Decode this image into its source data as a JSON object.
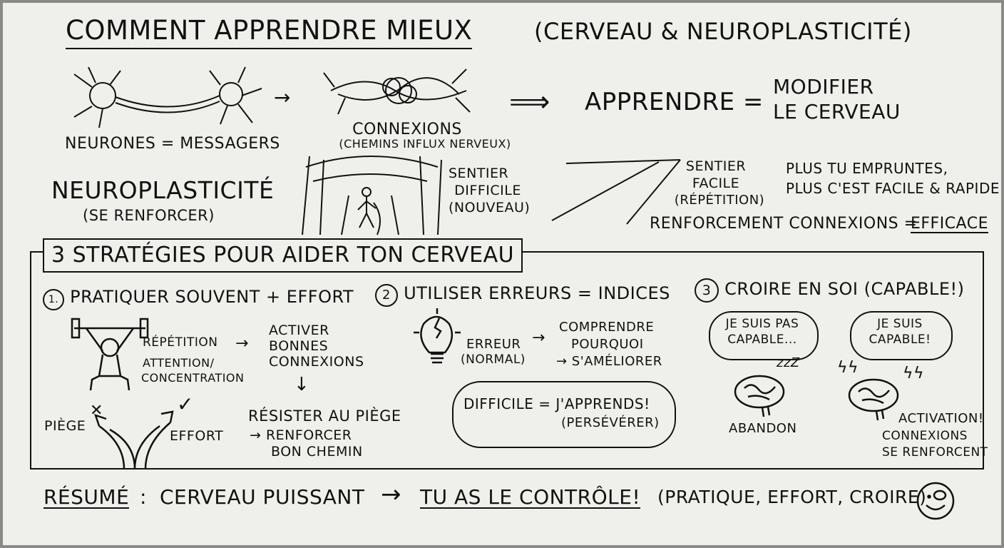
{
  "title": {
    "main": "COMMENT APPRENDRE MIEUX",
    "sub": "(CERVEAU & NEUROPLASTICITÉ)"
  },
  "top": {
    "neurones": "NEURONES = MESSAGERS",
    "connexions": "CONNEXIONS",
    "connexions_sub": "(CHEMINS INFLUX NERVEUX)",
    "apprendre": "APPRENDRE =",
    "modifier_1": "MODIFIER",
    "modifier_2": "LE CERVEAU",
    "neuroplasticite": "NEUROPLASTICITÉ",
    "se_renforcer": "(SE RENFORCER)",
    "sentier_difficile": [
      "SENTIER",
      "DIFFICILE",
      "(NOUVEAU)"
    ],
    "sentier_facile": [
      "SENTIER",
      "FACILE",
      "(RÉPÉTITION)"
    ],
    "plus_1": "PLUS TU EMPRUNTES,",
    "plus_2": "PLUS C'EST FACILE & RAPIDE",
    "renforcement": "RENFORCEMENT CONNEXIONS =",
    "efficace": "EFFICACE"
  },
  "strategies": {
    "heading": "3 STRATÉGIES POUR AIDER TON CERVEAU",
    "s1": {
      "num": "1.",
      "title": "PRATIQUER SOUVENT + EFFORT",
      "repetition": "RÉPÉTITION",
      "attention": "ATTENTION/",
      "concentration": "CONCENTRATION",
      "activer": [
        "ACTIVER",
        "BONNES",
        "CONNEXIONS"
      ],
      "piege": "PIÈGE",
      "effort": "EFFORT",
      "resister": "RÉSISTER AU PIÈGE",
      "renforcer_1": "→ RENFORCER",
      "renforcer_2": "BON CHEMIN"
    },
    "s2": {
      "num": "2",
      "title": "UTILISER ERREURS = INDICES",
      "erreur": "ERREUR",
      "normal": "(NORMAL)",
      "comprendre_1": "COMPRENDRE",
      "comprendre_2": "POURQUOI",
      "ameliorer": "→ S'AMÉLIORER",
      "difficile": "DIFFICILE = J'APPRENDS!",
      "perseverer": "(PERSÉVÉRER)"
    },
    "s3": {
      "num": "3",
      "title": "CROIRE EN SOI (CAPABLE!)",
      "pas_capable_1": "JE SUIS PAS",
      "pas_capable_2": "CAPABLE...",
      "capable_1": "JE SUIS",
      "capable_2": "CAPABLE!",
      "zzz": "zzZ",
      "abandon": "ABANDON",
      "activation": "ACTIVATION!",
      "connexions_1": "CONNEXIONS",
      "connexions_2": "SE RENFORCENT"
    }
  },
  "summary": {
    "label": "RÉSUMÉ",
    "colon": ":",
    "text": "CERVEAU PUISSANT",
    "arrow": "→",
    "controle": "TU AS LE CONTRÔLE!",
    "paren": "(PRATIQUE, EFFORT, CROIRE)"
  }
}
